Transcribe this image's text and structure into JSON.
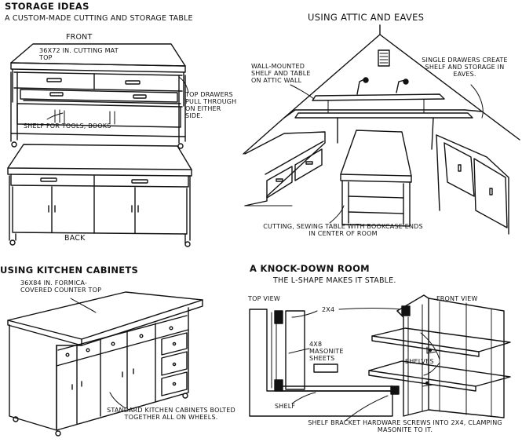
{
  "panels": {
    "storage": {
      "heading": "STORAGE IDEAS",
      "subtitle": "A CUSTOM-MADE CUTTING AND STORAGE TABLE",
      "front_label": "FRONT",
      "cutting_mat": "36X72 IN. CUTTING MAT TOP",
      "drawers_note": "TOP DRAWERS PULL THROUGH ON EITHER SIDE.",
      "shelf_note": "SHELF FOR TOOLS, BOOKS",
      "back_label": "BACK"
    },
    "attic": {
      "heading": "USING ATTIC AND EAVES",
      "wall_shelf": "WALL-MOUNTED SHELF AND TABLE ON ATTIC WALL",
      "single_drawers": "SINGLE DRAWERS CREATE SHELF AND STORAGE IN EAVES.",
      "cutting_table": "CUTTING, SEWING TABLE WITH BOOKCASE ENDS IN CENTER OF ROOM"
    },
    "kitchen": {
      "heading": "USING KITCHEN CABINETS",
      "counter_top": "36X84 IN. FORMICA-COVERED COUNTER TOP",
      "cabinets_note": "STANDARD KITCHEN CABINETS BOLTED TOGETHER ALL ON WHEELS."
    },
    "knockdown": {
      "heading": "A KNOCK-DOWN ROOM",
      "subtitle": "THE L-SHAPE MAKES IT STABLE.",
      "top_view": "TOP VIEW",
      "front_view": "FRONT VIEW",
      "two_by_four": "2X4",
      "masonite": "4X8 MASONITE SHEETS",
      "shelves": "SHELVES",
      "shelf": "SHELF",
      "bracket_note": "SHELF BRACKET HARDWARE SCREWS INTO 2X4, CLAMPING MASONITE TO IT."
    }
  }
}
